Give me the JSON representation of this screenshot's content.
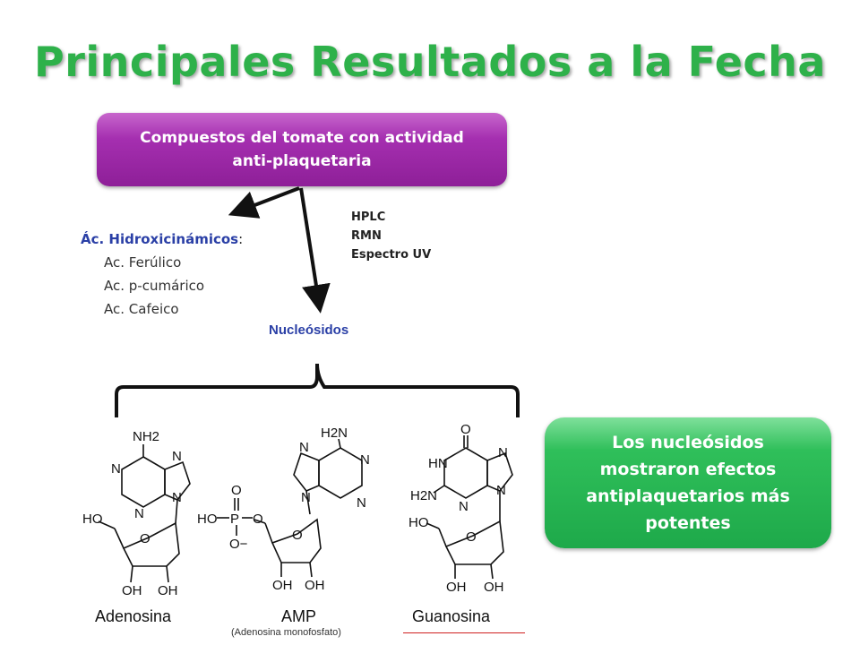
{
  "title": "Principales Resultados a la Fecha",
  "compounds_box": {
    "line1": "Compuestos del tomate con actividad",
    "line2": "anti-plaquetaria"
  },
  "hydroxy": {
    "title": "Ác. Hidroxicinámicos",
    "colon": ":",
    "items": [
      "Ac. Ferúlico",
      "Ac. p-cumárico",
      "Ac. Cafeico"
    ]
  },
  "methods": [
    "HPLC",
    "RMN",
    "Espectro UV"
  ],
  "nucleosides_label": "Nucleósidos",
  "result_box": {
    "line1": "Los nucleósidos",
    "line2": "mostraron efectos",
    "line3": "antiplaquetarios más",
    "line4": "potentes"
  },
  "molecules": {
    "adenosina": "Adenosina",
    "amp": "AMP",
    "amp_full": "(Adenosina monofosfato)",
    "guanosina": "Guanosina"
  },
  "atoms": {
    "nh2": "NH2",
    "h2n": "H2N",
    "n": "N",
    "o": "O",
    "ho": "HO",
    "oh": "OH",
    "hn": "HN",
    "p": "P",
    "o_minus": "O−"
  },
  "colors": {
    "title": "#2eb14a",
    "purple_box": "#9a27a5",
    "green_box": "#24ae4f",
    "blue_text": "#2a3fa6"
  }
}
